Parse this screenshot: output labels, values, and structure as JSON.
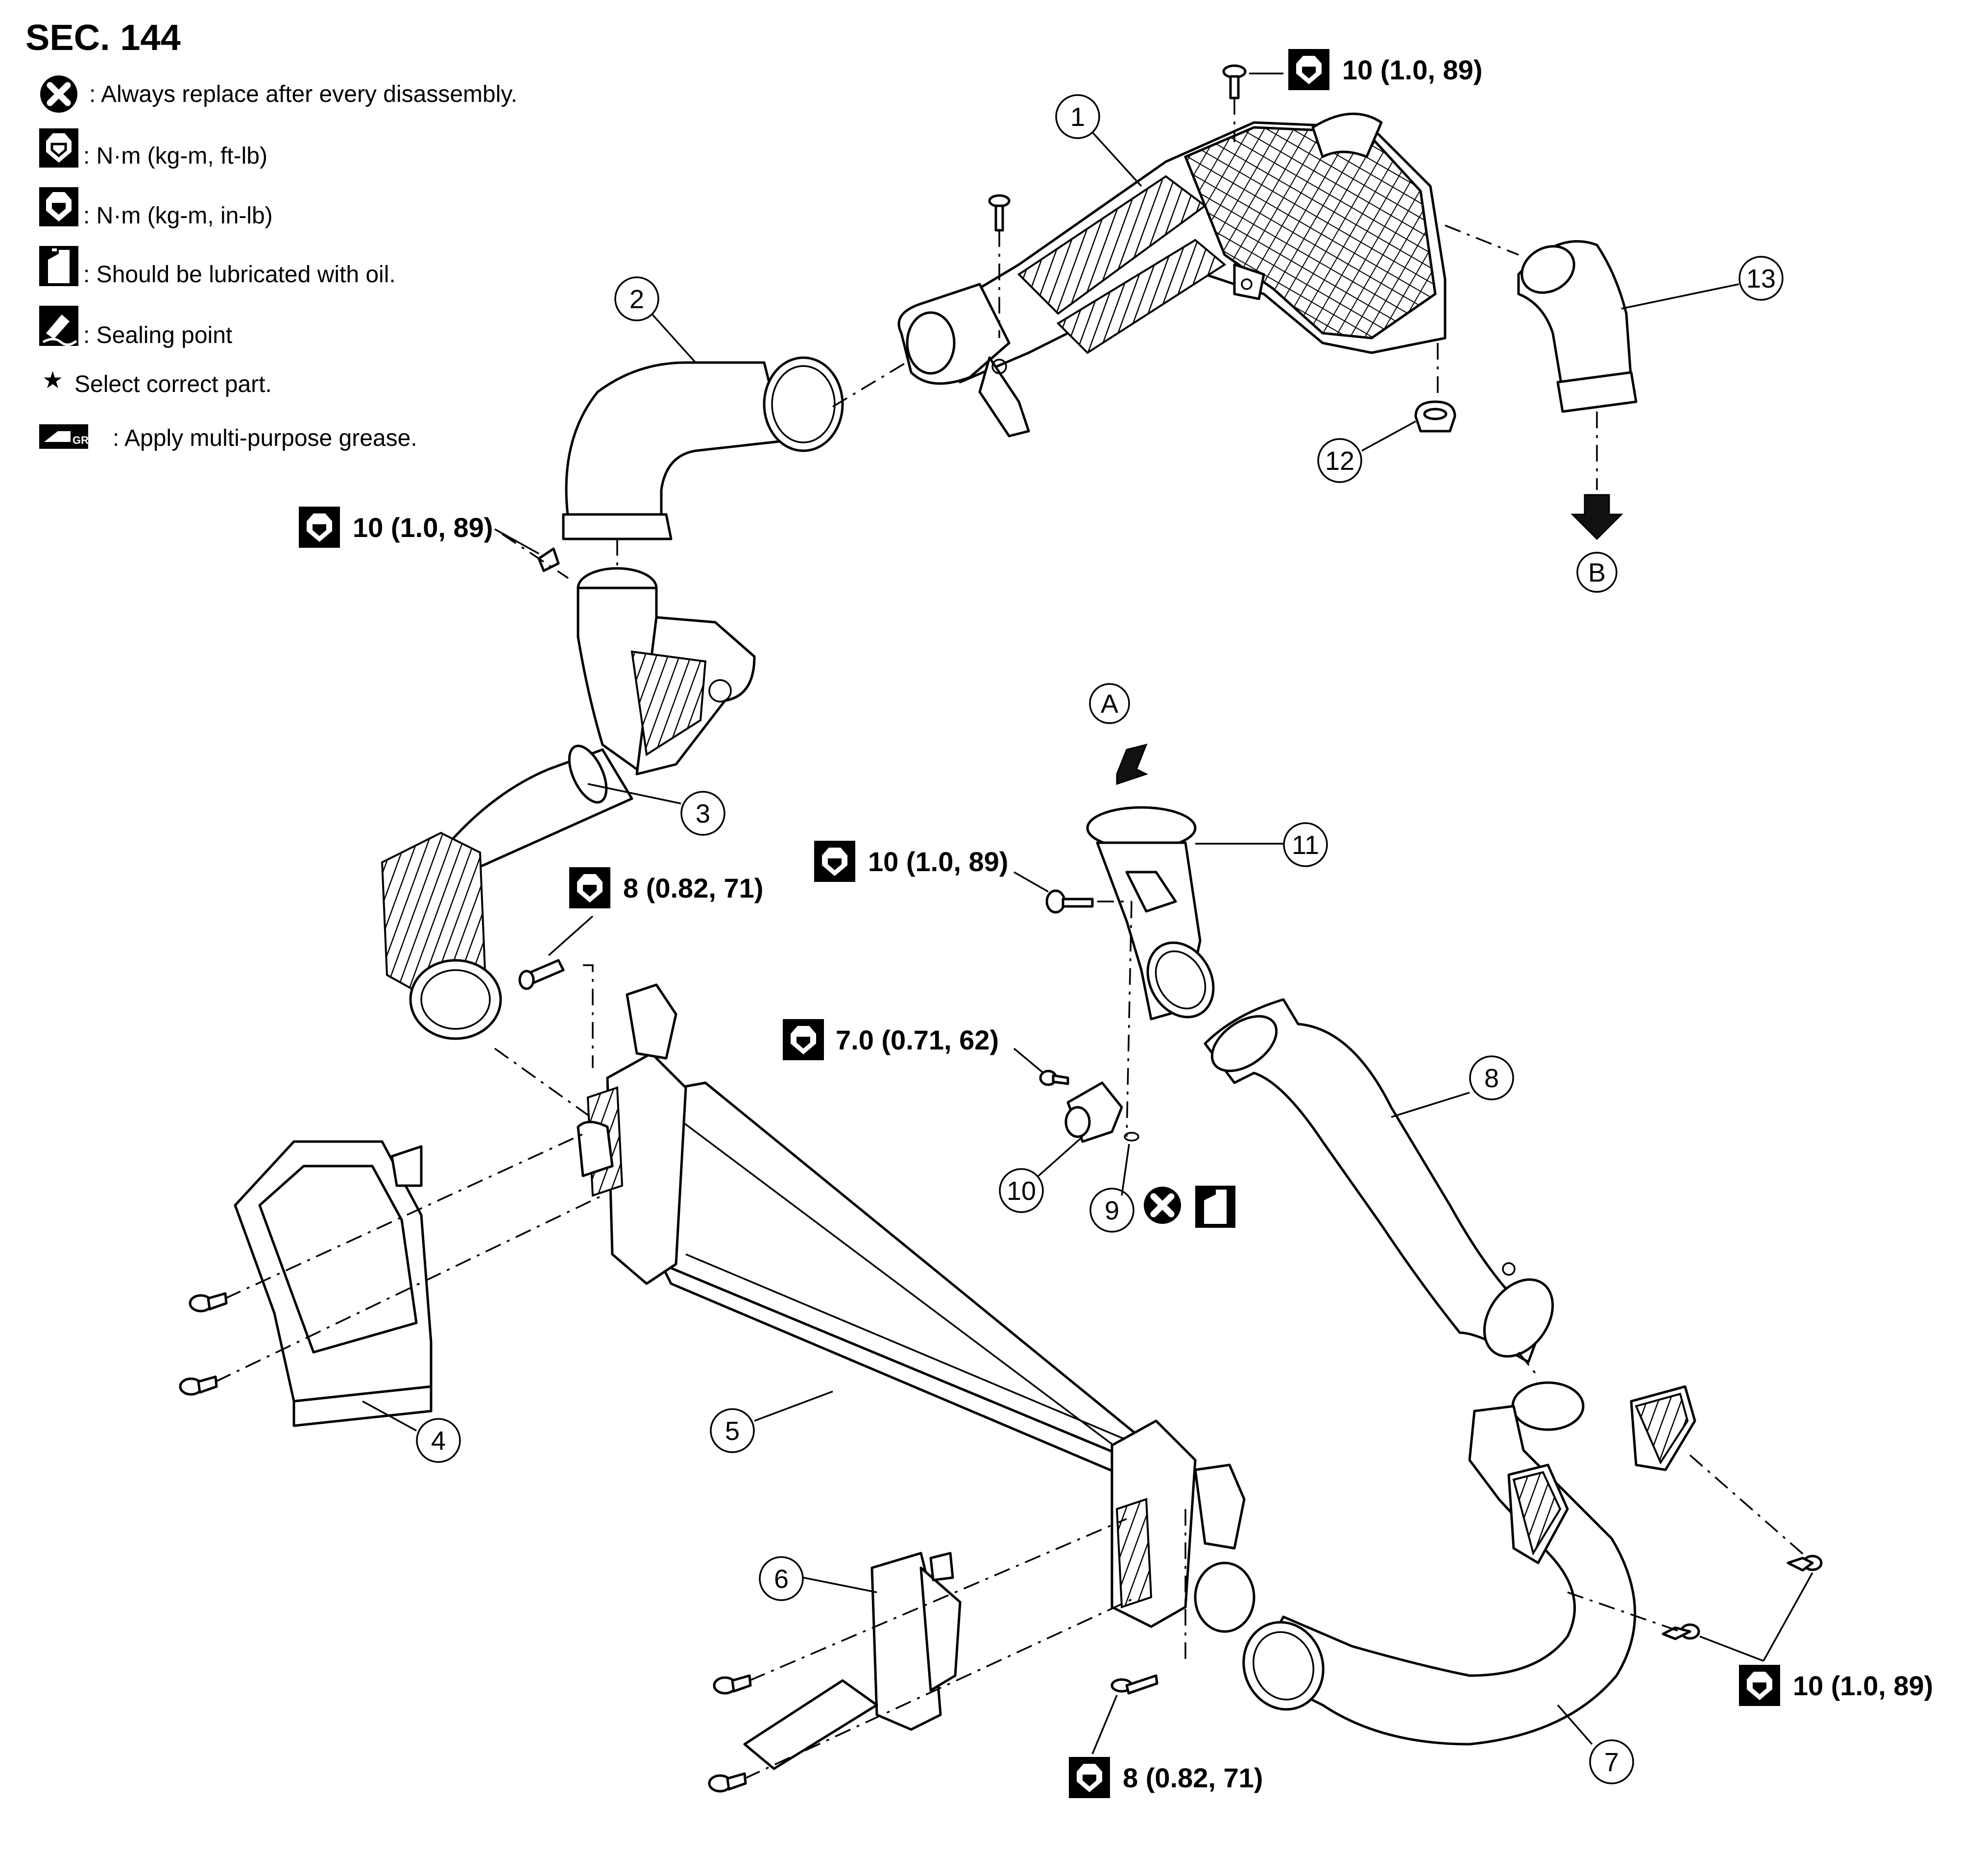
{
  "title": "SEC. 144",
  "legend": [
    {
      "icon": "replace-icon",
      "text": ": Always replace after every disassembly."
    },
    {
      "icon": "torque-ftlb-icon",
      "text": ": N·m (kg-m, ft-lb)"
    },
    {
      "icon": "torque-inlb-icon",
      "text": ": N·m (kg-m, in-lb)"
    },
    {
      "icon": "oil-icon",
      "text": ": Should be lubricated with oil."
    },
    {
      "icon": "sealing-icon",
      "text": ": Sealing point"
    },
    {
      "icon": "star-icon",
      "text": "Select correct part."
    },
    {
      "icon": "grease-icon",
      "text": ": Apply multi-purpose grease."
    }
  ],
  "legend_star": "★",
  "torque_labels": {
    "t1": "10 (1.0, 89)",
    "t2": "10 (1.0, 89)",
    "t3": "8 (0.82, 71)",
    "t4": "10 (1.0, 89)",
    "t5": "7.0 (0.71, 62)",
    "t6": "10 (1.0, 89)",
    "t7": "8 (0.82, 71)"
  },
  "callouts": {
    "c1": "1",
    "c2": "2",
    "c3": "3",
    "c4": "4",
    "c5": "5",
    "c6": "6",
    "c7": "7",
    "c8": "8",
    "c9": "9",
    "c10": "10",
    "c11": "11",
    "c12": "12",
    "c13": "13",
    "cA": "A",
    "cB": "B"
  }
}
